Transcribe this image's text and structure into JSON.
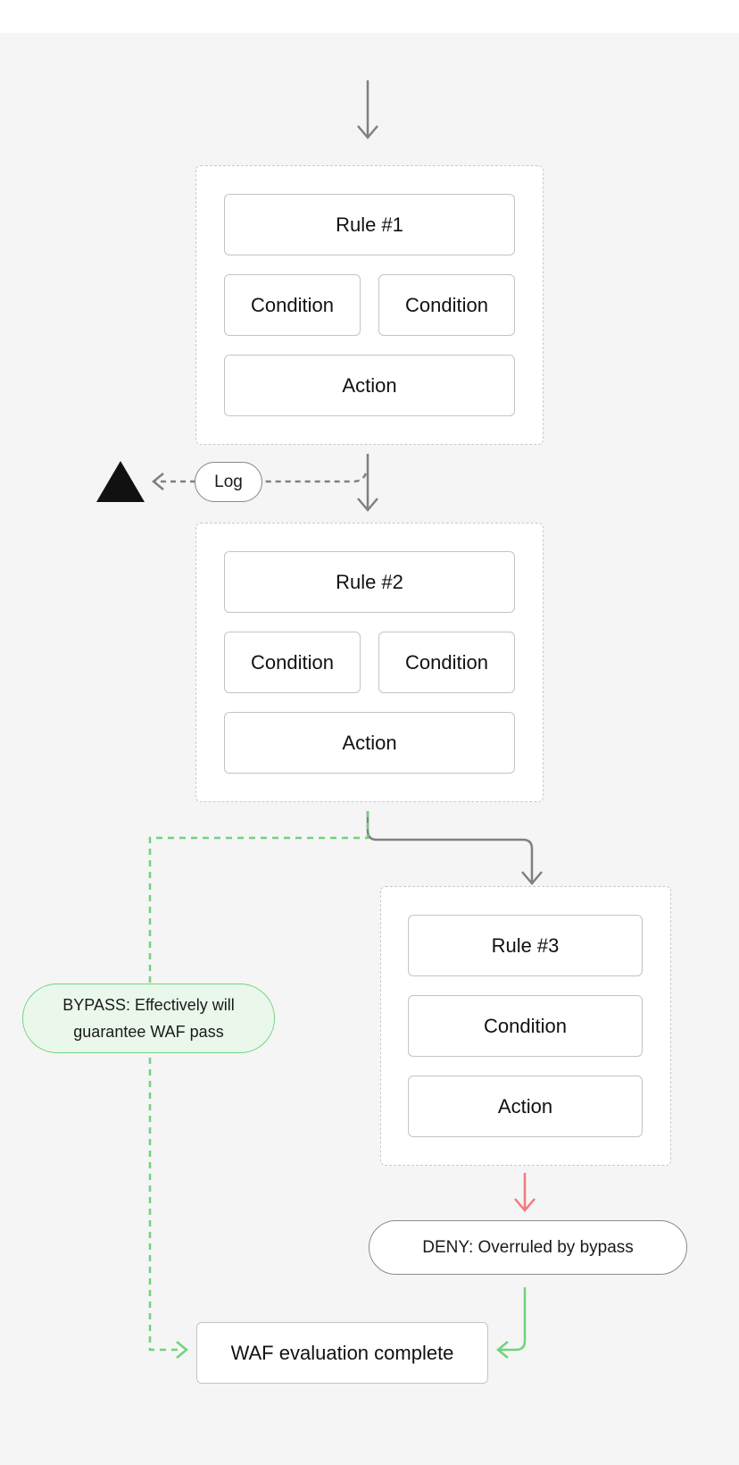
{
  "rules": [
    {
      "title": "Rule #1",
      "conditions": [
        "Condition",
        "Condition"
      ],
      "action": "Action"
    },
    {
      "title": "Rule #2",
      "conditions": [
        "Condition",
        "Condition"
      ],
      "action": "Action"
    },
    {
      "title": "Rule #3",
      "conditions": [
        "Condition"
      ],
      "action": "Action"
    }
  ],
  "log_label": "Log",
  "bypass_label": "BYPASS: Effectively will guarantee WAF pass",
  "deny_label": "DENY: Overruled by bypass",
  "complete_label": "WAF evaluation complete",
  "colors": {
    "flow": "#808080",
    "bypass": "#6fd47b",
    "deny": "#f07a7a",
    "warning": "#111111"
  }
}
